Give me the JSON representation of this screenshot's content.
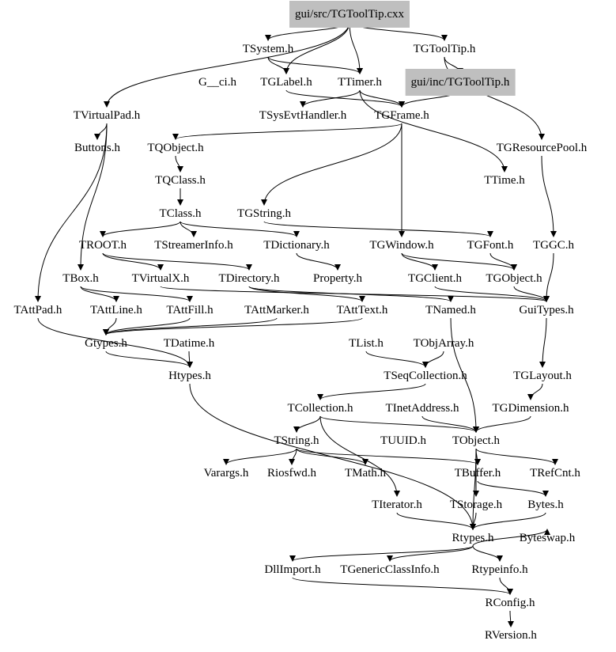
{
  "graph": {
    "nodes": [
      {
        "id": "n0",
        "label": "gui/src/TGToolTip.cxx",
        "highlight": true
      },
      {
        "id": "n1",
        "label": "TSystem.h"
      },
      {
        "id": "n2",
        "label": "TGToolTip.h"
      },
      {
        "id": "n3",
        "label": "G__ci.h"
      },
      {
        "id": "n4",
        "label": "TGLabel.h"
      },
      {
        "id": "n5",
        "label": "TTimer.h"
      },
      {
        "id": "n6",
        "label": "gui/inc/TGToolTip.h",
        "highlight": true
      },
      {
        "id": "n7",
        "label": "TVirtualPad.h"
      },
      {
        "id": "n8",
        "label": "TSysEvtHandler.h"
      },
      {
        "id": "n9",
        "label": "TGFrame.h"
      },
      {
        "id": "n10",
        "label": "Buttons.h"
      },
      {
        "id": "n11",
        "label": "TQObject.h"
      },
      {
        "id": "n12",
        "label": "TGResourcePool.h"
      },
      {
        "id": "n13",
        "label": "TQClass.h"
      },
      {
        "id": "n14",
        "label": "TTime.h"
      },
      {
        "id": "n15",
        "label": "TClass.h"
      },
      {
        "id": "n16",
        "label": "TGString.h"
      },
      {
        "id": "n17",
        "label": "TROOT.h"
      },
      {
        "id": "n18",
        "label": "TStreamerInfo.h"
      },
      {
        "id": "n19",
        "label": "TDictionary.h"
      },
      {
        "id": "n20",
        "label": "TGWindow.h"
      },
      {
        "id": "n21",
        "label": "TGFont.h"
      },
      {
        "id": "n22",
        "label": "TGGC.h"
      },
      {
        "id": "n23",
        "label": "TBox.h"
      },
      {
        "id": "n24",
        "label": "TVirtualX.h"
      },
      {
        "id": "n25",
        "label": "TDirectory.h"
      },
      {
        "id": "n26",
        "label": "Property.h"
      },
      {
        "id": "n27",
        "label": "TGClient.h"
      },
      {
        "id": "n28",
        "label": "TGObject.h"
      },
      {
        "id": "n29",
        "label": "TAttPad.h"
      },
      {
        "id": "n30",
        "label": "TAttLine.h"
      },
      {
        "id": "n31",
        "label": "TAttFill.h"
      },
      {
        "id": "n32",
        "label": "TAttMarker.h"
      },
      {
        "id": "n33",
        "label": "TAttText.h"
      },
      {
        "id": "n34",
        "label": "TNamed.h"
      },
      {
        "id": "n35",
        "label": "GuiTypes.h"
      },
      {
        "id": "n36",
        "label": "Gtypes.h"
      },
      {
        "id": "n37",
        "label": "TDatime.h"
      },
      {
        "id": "n38",
        "label": "TList.h"
      },
      {
        "id": "n39",
        "label": "TObjArray.h"
      },
      {
        "id": "n40",
        "label": "Htypes.h"
      },
      {
        "id": "n41",
        "label": "TSeqCollection.h"
      },
      {
        "id": "n42",
        "label": "TGLayout.h"
      },
      {
        "id": "n43",
        "label": "TCollection.h"
      },
      {
        "id": "n44",
        "label": "TInetAddress.h"
      },
      {
        "id": "n45",
        "label": "TGDimension.h"
      },
      {
        "id": "n46",
        "label": "TString.h"
      },
      {
        "id": "n47",
        "label": "TUUID.h"
      },
      {
        "id": "n48",
        "label": "TObject.h"
      },
      {
        "id": "n49",
        "label": "Varargs.h"
      },
      {
        "id": "n50",
        "label": "Riosfwd.h"
      },
      {
        "id": "n51",
        "label": "TMath.h"
      },
      {
        "id": "n52",
        "label": "TBuffer.h"
      },
      {
        "id": "n53",
        "label": "TRefCnt.h"
      },
      {
        "id": "n54",
        "label": "TIterator.h"
      },
      {
        "id": "n55",
        "label": "TStorage.h"
      },
      {
        "id": "n56",
        "label": "Bytes.h"
      },
      {
        "id": "n57",
        "label": "Rtypes.h"
      },
      {
        "id": "n58",
        "label": "Byteswap.h"
      },
      {
        "id": "n59",
        "label": "DllImport.h"
      },
      {
        "id": "n60",
        "label": "TGenericClassInfo.h"
      },
      {
        "id": "n61",
        "label": "Rtypeinfo.h"
      },
      {
        "id": "n62",
        "label": "RConfig.h"
      },
      {
        "id": "n63",
        "label": "RVersion.h"
      }
    ],
    "edges": [
      [
        "n0",
        "n1"
      ],
      [
        "n0",
        "n2"
      ],
      [
        "n0",
        "n4"
      ],
      [
        "n0",
        "n5"
      ],
      [
        "n0",
        "n7"
      ],
      [
        "n2",
        "n6"
      ],
      [
        "n2",
        "n12"
      ],
      [
        "n1",
        "n4"
      ],
      [
        "n1",
        "n5"
      ],
      [
        "n5",
        "n8"
      ],
      [
        "n5",
        "n9"
      ],
      [
        "n5",
        "n14"
      ],
      [
        "n4",
        "n9"
      ],
      [
        "n6",
        "n9"
      ],
      [
        "n9",
        "n20"
      ],
      [
        "n9",
        "n16"
      ],
      [
        "n9",
        "n11"
      ],
      [
        "n7",
        "n10"
      ],
      [
        "n7",
        "n29"
      ],
      [
        "n7",
        "n23"
      ],
      [
        "n11",
        "n13"
      ],
      [
        "n13",
        "n15"
      ],
      [
        "n15",
        "n17"
      ],
      [
        "n15",
        "n18"
      ],
      [
        "n15",
        "n19"
      ],
      [
        "n16",
        "n21"
      ],
      [
        "n12",
        "n22"
      ],
      [
        "n20",
        "n27"
      ],
      [
        "n20",
        "n28"
      ],
      [
        "n21",
        "n28"
      ],
      [
        "n22",
        "n35"
      ],
      [
        "n19",
        "n26"
      ],
      [
        "n17",
        "n25"
      ],
      [
        "n17",
        "n24"
      ],
      [
        "n23",
        "n30"
      ],
      [
        "n23",
        "n31"
      ],
      [
        "n24",
        "n35"
      ],
      [
        "n25",
        "n34"
      ],
      [
        "n27",
        "n35"
      ],
      [
        "n28",
        "n35"
      ],
      [
        "n29",
        "n40"
      ],
      [
        "n30",
        "n36"
      ],
      [
        "n31",
        "n36"
      ],
      [
        "n32",
        "n36"
      ],
      [
        "n33",
        "n36"
      ],
      [
        "n34",
        "n48"
      ],
      [
        "n36",
        "n40"
      ],
      [
        "n37",
        "n40"
      ],
      [
        "n38",
        "n41"
      ],
      [
        "n39",
        "n41"
      ],
      [
        "n41",
        "n43"
      ],
      [
        "n42",
        "n45"
      ],
      [
        "n43",
        "n46"
      ],
      [
        "n43",
        "n48"
      ],
      [
        "n44",
        "n48"
      ],
      [
        "n45",
        "n48"
      ],
      [
        "n46",
        "n49"
      ],
      [
        "n46",
        "n50"
      ],
      [
        "n46",
        "n51"
      ],
      [
        "n46",
        "n52"
      ],
      [
        "n48",
        "n57"
      ],
      [
        "n48",
        "n52"
      ],
      [
        "n48",
        "n53"
      ],
      [
        "n43",
        "n54"
      ],
      [
        "n48",
        "n55"
      ],
      [
        "n52",
        "n56"
      ],
      [
        "n56",
        "n57"
      ],
      [
        "n55",
        "n57"
      ],
      [
        "n54",
        "n57"
      ],
      [
        "n57",
        "n59"
      ],
      [
        "n57",
        "n60"
      ],
      [
        "n57",
        "n61"
      ],
      [
        "n57",
        "n58"
      ],
      [
        "n61",
        "n62"
      ],
      [
        "n59",
        "n62"
      ],
      [
        "n62",
        "n63"
      ],
      [
        "n35",
        "n42"
      ],
      [
        "n40",
        "n57"
      ],
      [
        "n25",
        "n33"
      ]
    ]
  }
}
